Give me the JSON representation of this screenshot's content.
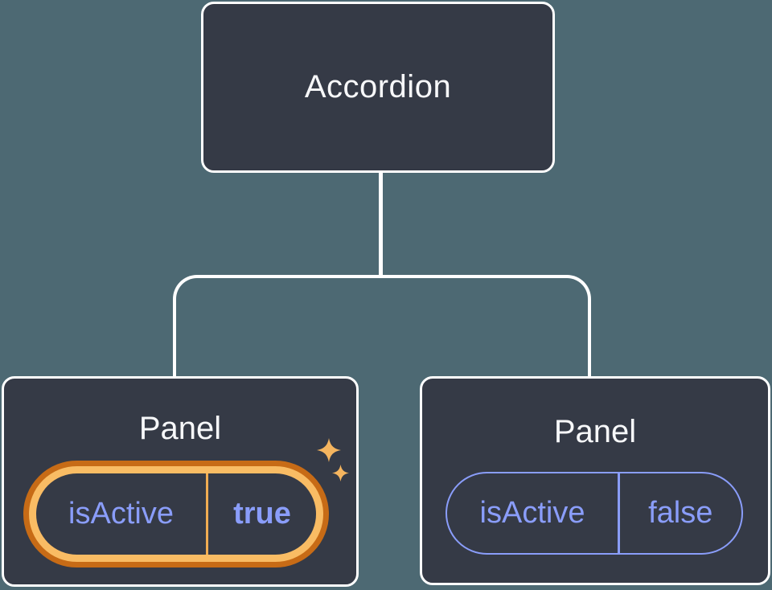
{
  "root_node": {
    "label": "Accordion"
  },
  "panels": [
    {
      "title": "Panel",
      "prop_key": "isActive",
      "prop_value": "true",
      "highlighted": true
    },
    {
      "title": "Panel",
      "prop_key": "isActive",
      "prop_value": "false",
      "highlighted": false
    }
  ],
  "icons": {
    "sparkle_large": "sparkle-icon",
    "sparkle_small": "sparkle-icon"
  },
  "colors": {
    "background": "#4D6973",
    "node_fill": "#353A46",
    "node_border": "#FFFFFF",
    "connector": "#FFFFFF",
    "node_text": "#F7F8FA",
    "prop_purple": "#8A9DFA",
    "highlight_gold": "#F9BC64",
    "highlight_orange": "#C76B16",
    "highlight_divider": "#F0AC52",
    "sparkle_gold": "#F5B55F"
  }
}
